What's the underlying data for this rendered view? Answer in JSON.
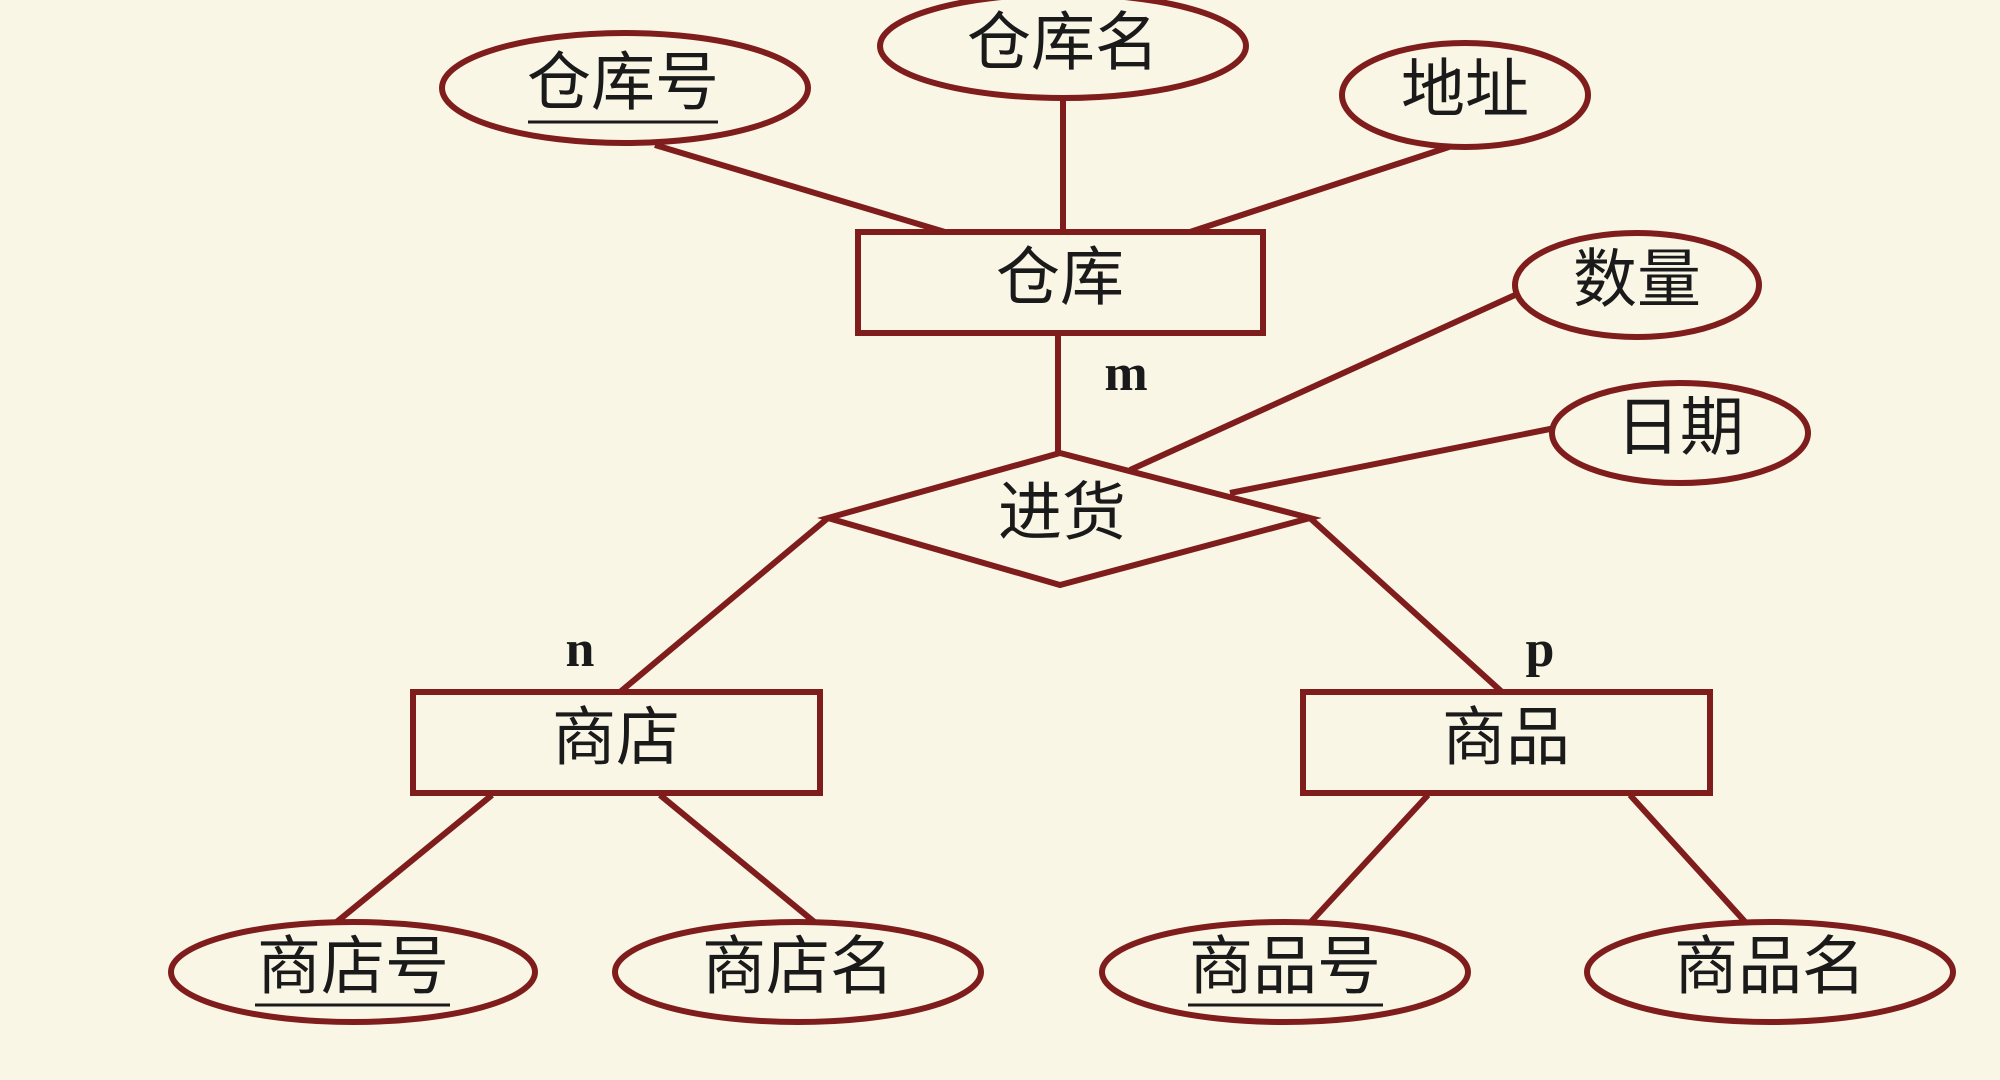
{
  "diagram": {
    "entities": {
      "warehouse": "仓库",
      "store": "商店",
      "product": "商品"
    },
    "relationship": {
      "purchase": "进货"
    },
    "attributes": {
      "warehouse_no": "仓库号",
      "warehouse_name": "仓库名",
      "address": "地址",
      "quantity": "数量",
      "date": "日期",
      "store_no": "商店号",
      "store_name": "商店名",
      "product_no": "商品号",
      "product_name": "商品名"
    },
    "cardinality": {
      "warehouse": "m",
      "store": "n",
      "product": "p"
    },
    "colors": {
      "stroke": "#7f1d1d",
      "background": "#f9f6e6",
      "text": "#1a1a1a"
    }
  }
}
